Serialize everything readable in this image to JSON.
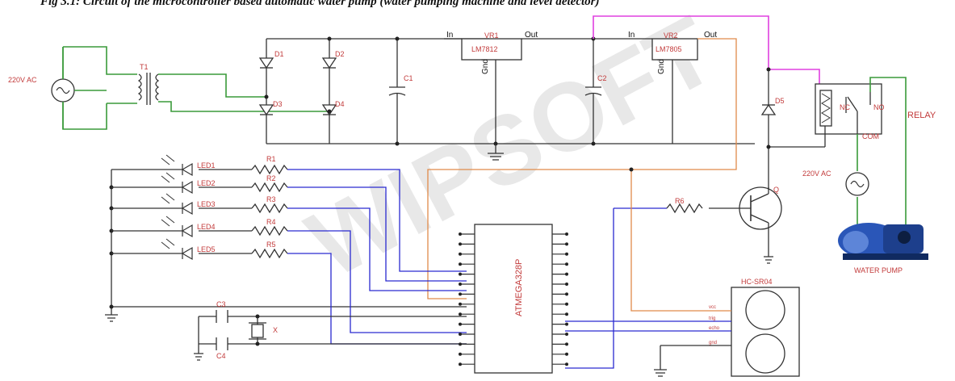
{
  "caption": "Fig 3.1: Circuit of the microcontroller based automatic water pump (water pumping machine and level detector)",
  "watermark": "WIPSOFT",
  "labels": {
    "source_ac": "220V AC",
    "transformer": "T1",
    "d1": "D1",
    "d2": "D2",
    "d3": "D3",
    "d4": "D4",
    "c1": "C1",
    "c2": "C2",
    "c3": "C3",
    "c4": "C4",
    "vr1": "VR1",
    "vr1_part": "LM7812",
    "vr2": "VR2",
    "vr2_part": "LM7805",
    "in": "In",
    "out": "Out",
    "gnd": "Gnd",
    "d5": "D5",
    "nc": "NC",
    "no": "NO",
    "com": "COM",
    "relay": "RELAY",
    "relay_ac": "220V AC",
    "pump": "WATER PUMP",
    "q": "Q",
    "r6": "R6",
    "led1": "LED1",
    "led2": "LED2",
    "led3": "LED3",
    "led4": "LED4",
    "led5": "LED5",
    "r1": "R1",
    "r2": "R2",
    "r3": "R3",
    "r4": "R4",
    "r5": "R5",
    "mcu": "ATMEGA328P",
    "crystal": "X",
    "sensor": "HC-SR04",
    "vcc": "vcc",
    "trig": "trig",
    "echo": "echo",
    "gnd_pin": "gnd"
  },
  "colors": {
    "ac_wire": "#3a9a3a",
    "signal_wire": "#2a2ad0",
    "supply_5v": "#e08a4a",
    "supply_12v": "#e040e0",
    "label": "#c23a3a"
  }
}
